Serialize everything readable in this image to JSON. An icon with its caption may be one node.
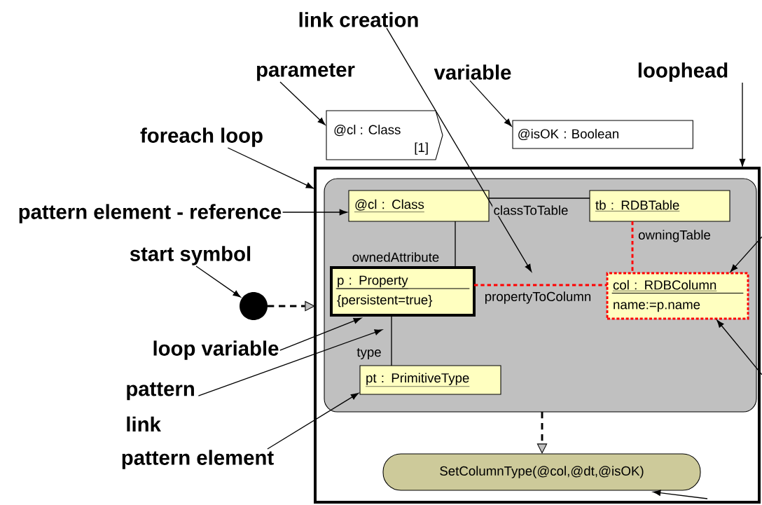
{
  "diagram": {
    "nodes": [
      {
        "text": [
          "link creation"
        ]
      },
      {
        "text": [
          "parameter"
        ]
      },
      {
        "text": [
          "variable"
        ]
      },
      {
        "text": [
          "loophead"
        ]
      },
      {
        "text": [
          "@cl : Class",
          "[1]"
        ]
      },
      {
        "text": [
          "@isOK : Boolean"
        ]
      },
      {
        "text": [
          "foreach loop"
        ]
      },
      {
        "text": [],
        "shape": "box"
      },
      {
        "text": [
          "pattern element - reference"
        ]
      },
      {
        "text": [],
        "shape": "box",
        "in": 7
      },
      {
        "text": [
          "@cl : Class"
        ],
        "in": 9
      },
      {
        "text": [
          "tb : RDBTable"
        ],
        "in": 9
      },
      {
        "text": [
          "start symbol"
        ]
      },
      {
        "text": [],
        "shape": "circle"
      },
      {
        "text": [
          "p : Property",
          "{persistent=true}"
        ],
        "in": 9
      },
      {
        "text": [
          "col : RDBColumn",
          "name:=p.name"
        ],
        "in": 9
      },
      {
        "text": [
          "loop variable"
        ]
      },
      {
        "text": [
          "pattern link"
        ]
      },
      {
        "text": [
          "pt : PrimitiveType"
        ],
        "in": 9
      },
      {
        "text": [
          "pattern element"
        ]
      },
      {
        "text": [
          "SetColumnType(@col,@dt,@isOK)"
        ],
        "in": 7
      }
    ],
    "edges": [
      {
        "from": 0,
        "to": null,
        "arrow": "to"
      },
      {
        "from": 1,
        "to": 4,
        "arrow": "to"
      },
      {
        "from": 2,
        "to": 5,
        "arrow": "to"
      },
      {
        "from": 3,
        "to": 7,
        "arrow": "to"
      },
      {
        "from": 6,
        "to": 7,
        "arrow": "to"
      },
      {
        "from": 8,
        "to": 10,
        "arrow": "to"
      },
      {
        "from": 10,
        "to": 11,
        "arrow": "none",
        "label": "classToTable"
      },
      {
        "from": 12,
        "to": 13,
        "arrow": "to"
      },
      {
        "from": 13,
        "to": 7,
        "arrow": "to",
        "style": "dashed"
      },
      {
        "from": 10,
        "to": 14,
        "arrow": "none",
        "label": "ownedAttribute"
      },
      {
        "from": 11,
        "to": 15,
        "arrow": "none",
        "label": "owningTable",
        "style": "dashed",
        "color": "#ff0000"
      },
      {
        "from": 16,
        "to": 14,
        "arrow": "to"
      },
      {
        "from": 14,
        "to": 15,
        "arrow": "none",
        "label": "propertyToColumn",
        "style": "dashed",
        "color": "#ff0000"
      },
      {
        "from": 17,
        "to": null,
        "arrow": "to"
      },
      {
        "from": 14,
        "to": 18,
        "arrow": "none",
        "label": "type"
      },
      {
        "from": 19,
        "to": 18,
        "arrow": "to"
      },
      {
        "from": 9,
        "to": 20,
        "arrow": "to",
        "style": "dashed"
      },
      {
        "from": null,
        "to": 15,
        "arrow": "to"
      },
      {
        "from": null,
        "to": 15,
        "arrow": "to"
      },
      {
        "from": null,
        "to": 20,
        "arrow": "to"
      }
    ]
  }
}
